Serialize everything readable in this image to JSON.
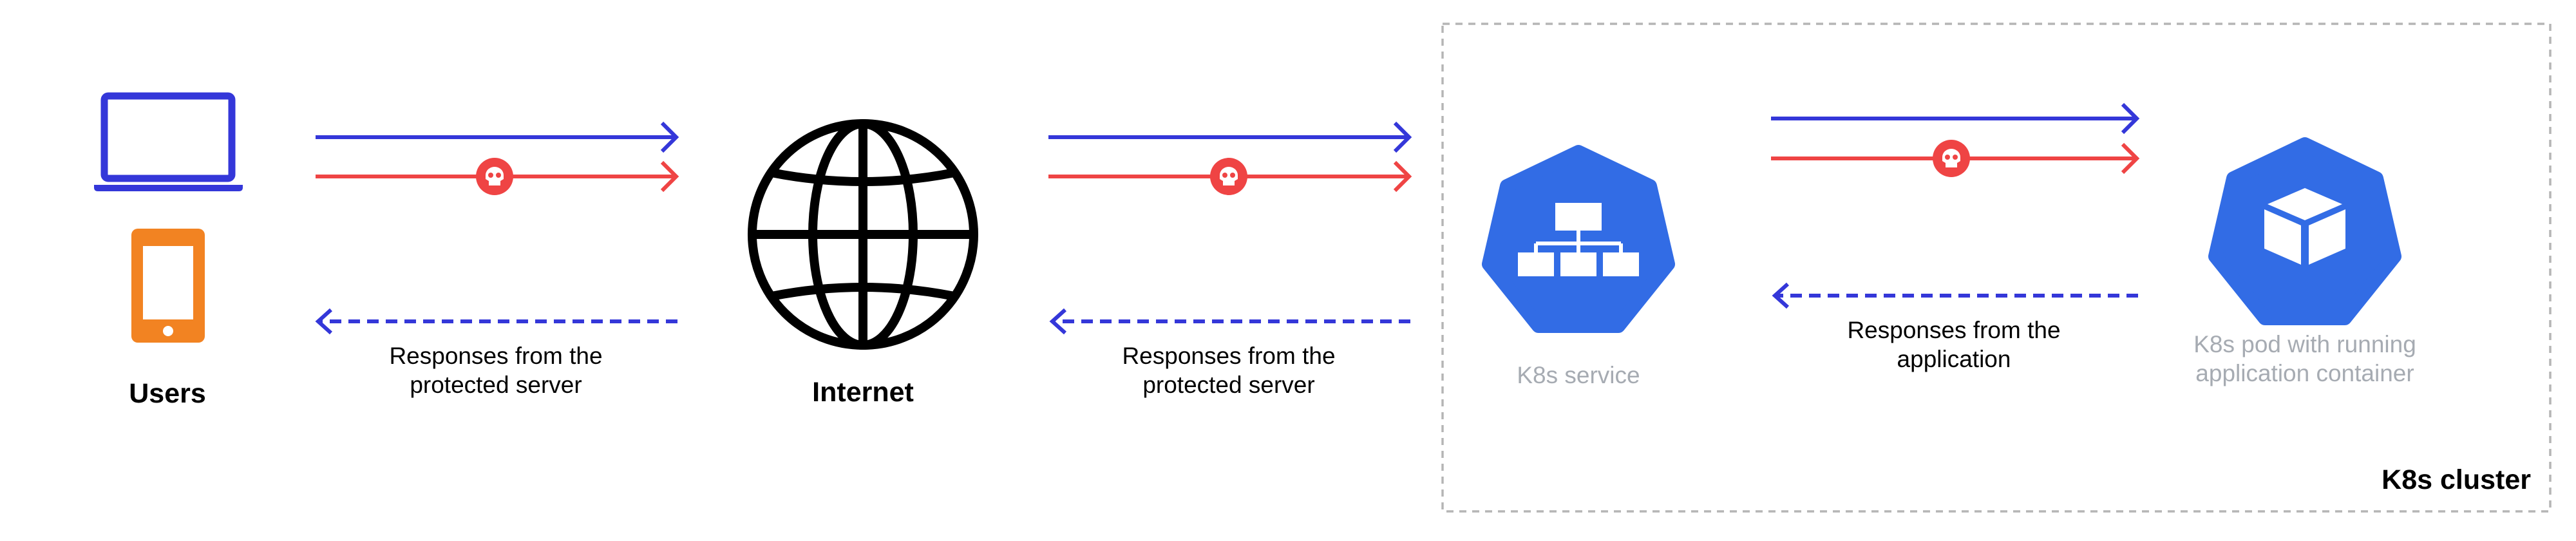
{
  "colors": {
    "request": "#3437d9",
    "attack": "#ef4444",
    "response": "#3437d9",
    "k8s": "#326ce5",
    "phone": "#f28322",
    "border": "#b5b5b5",
    "muted_text": "#a6abb2"
  },
  "icons": {
    "users_laptop": "laptop-icon",
    "users_phone": "smartphone-icon",
    "internet": "globe-icon",
    "service": "k8s-service-icon",
    "pod": "k8s-pod-icon",
    "attack": "skull-icon"
  },
  "nodes": {
    "users": "Users",
    "internet": "Internet",
    "service": "K8s service",
    "pod": "K8s pod with running\napplication container"
  },
  "cluster": {
    "title": "K8s cluster"
  },
  "responses": {
    "users_internet": "Responses from the\nprotected server",
    "internet_service": "Responses from the\nprotected server",
    "service_pod": "Responses from the\napplication"
  }
}
